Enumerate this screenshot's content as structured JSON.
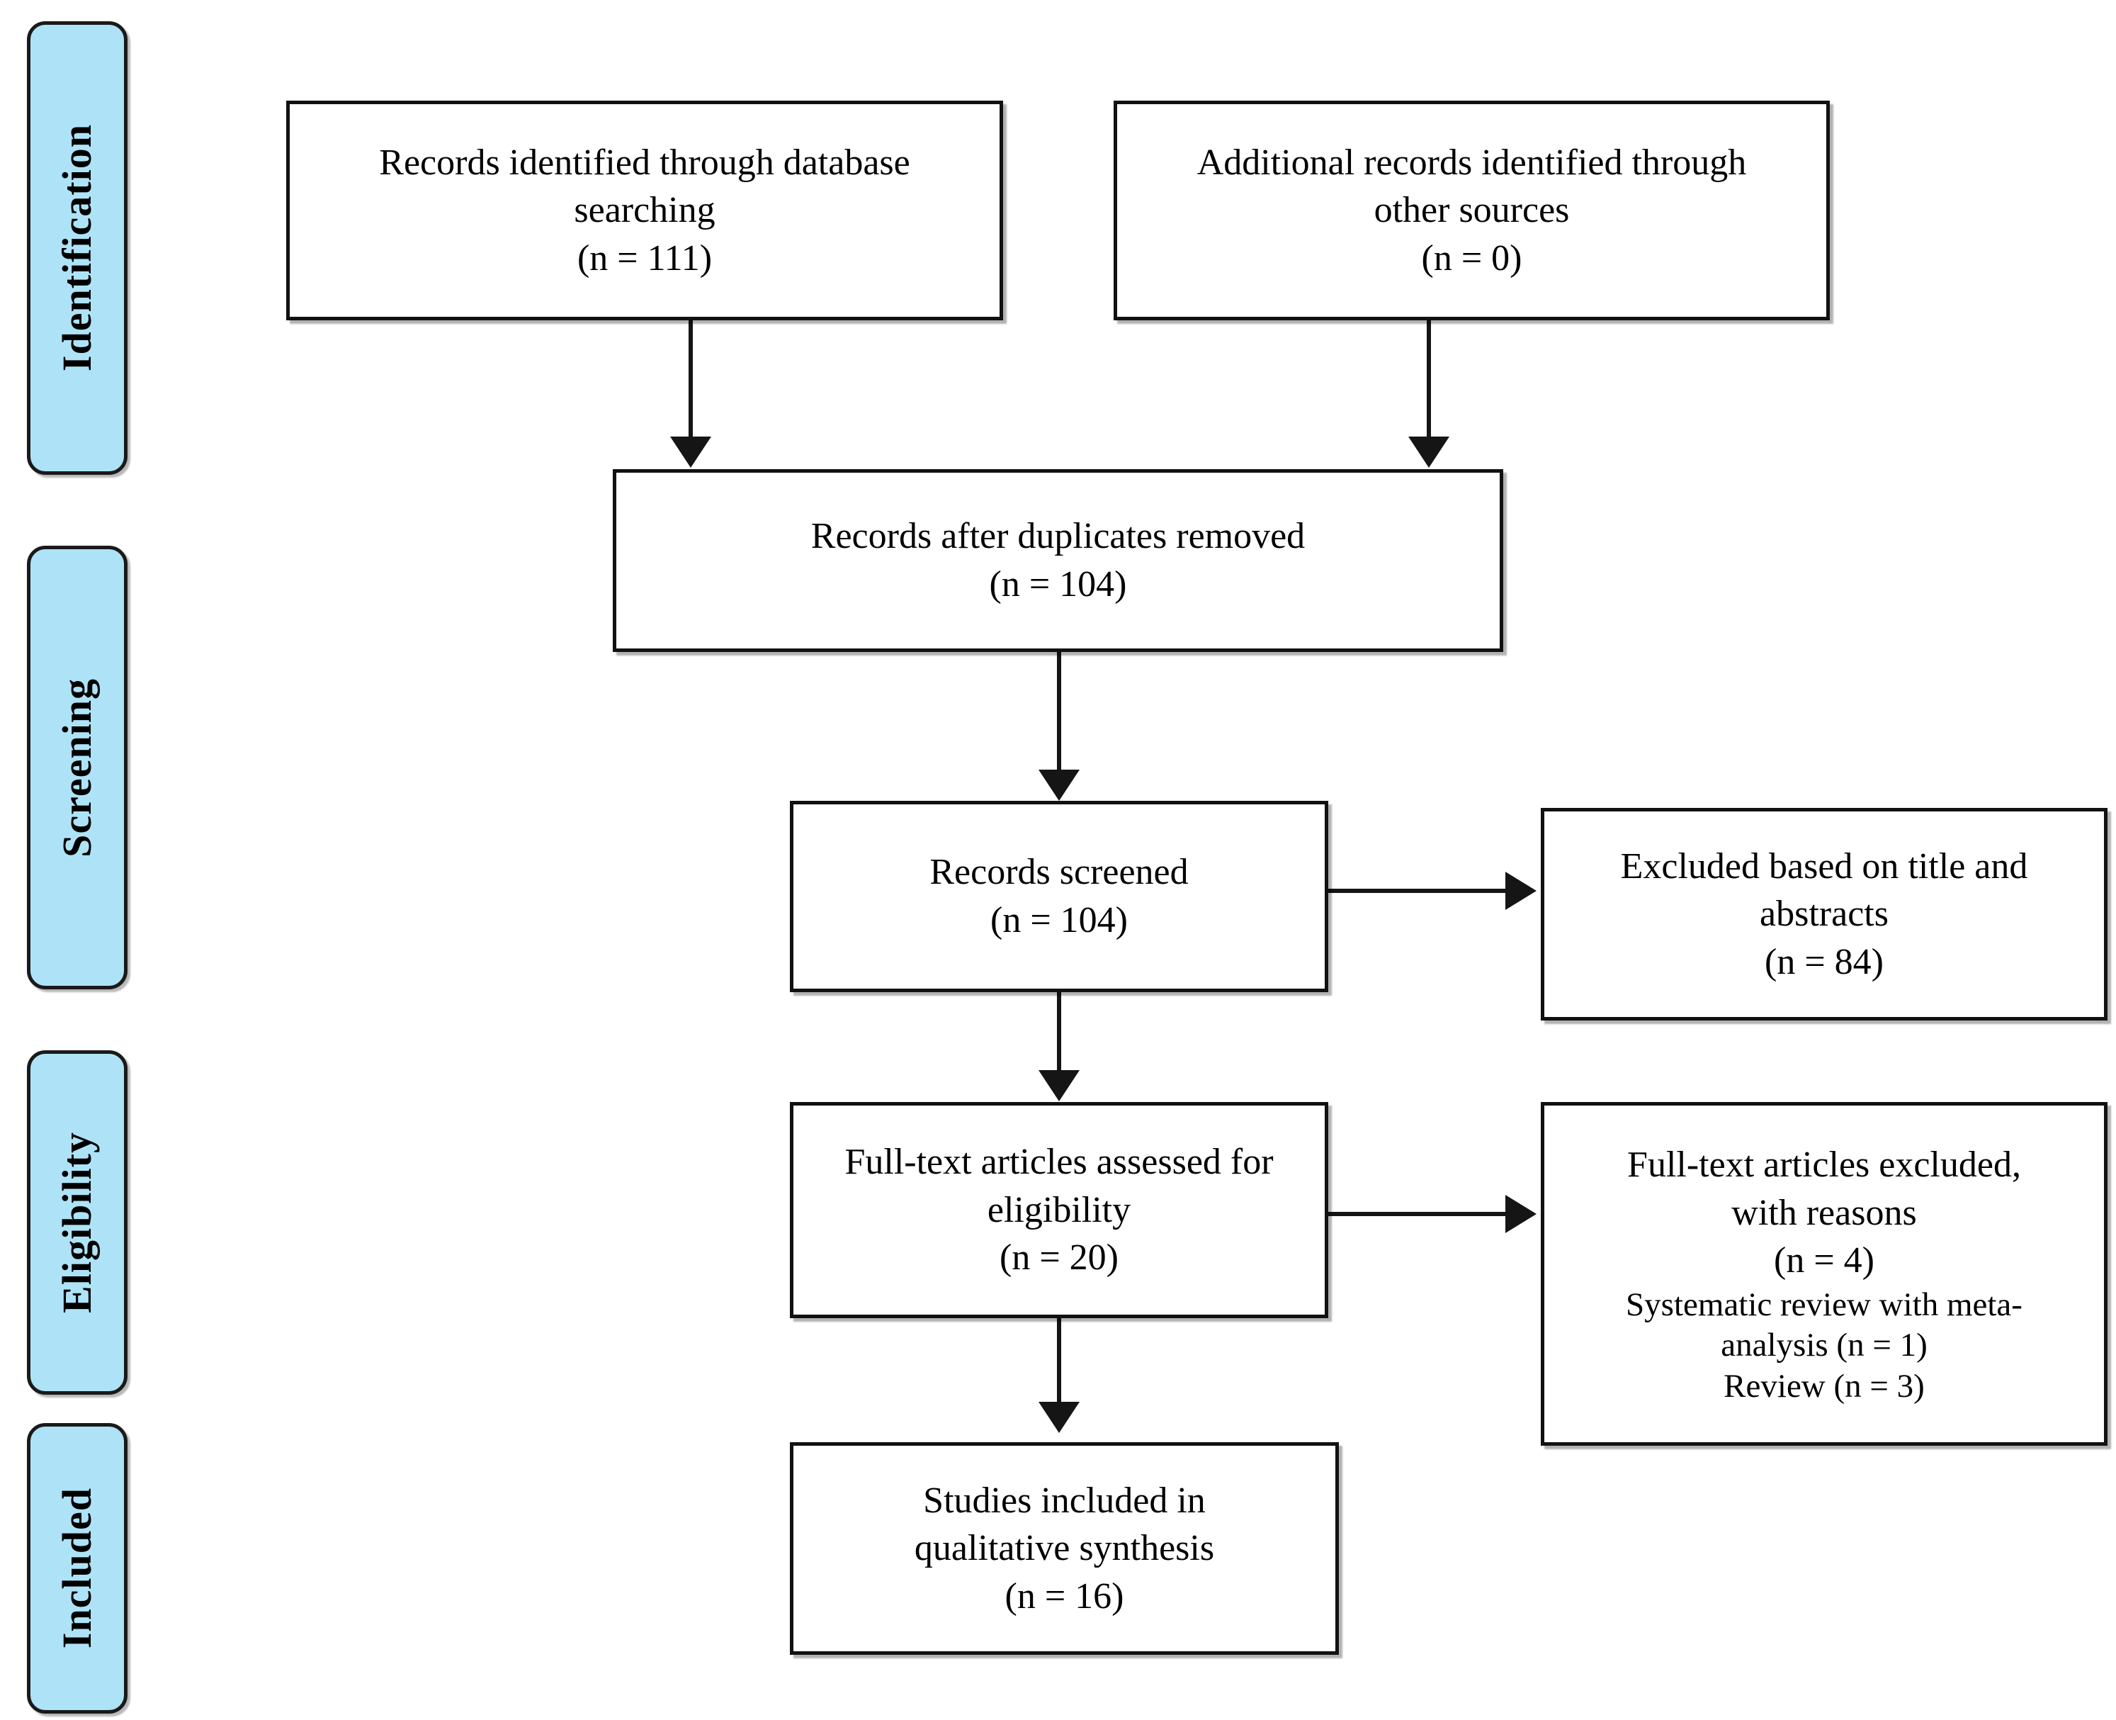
{
  "diagram": {
    "type": "PRISMA flow diagram",
    "phases": [
      {
        "id": "identification",
        "label": "Identification"
      },
      {
        "id": "screening",
        "label": "Screening"
      },
      {
        "id": "eligibility",
        "label": "Eligibility"
      },
      {
        "id": "included",
        "label": "Included"
      }
    ],
    "colors": {
      "phase_fill": "#AEE3F7",
      "phase_border": "#1a1a1a",
      "box_fill": "#ffffff",
      "box_border": "#111111",
      "connector": "#151515"
    },
    "nodes": {
      "database_records": {
        "line1": "Records identified through database",
        "line2": "searching",
        "line3": "(n = 111)",
        "count": 111
      },
      "other_records": {
        "line1": "Additional records identified through",
        "line2": "other sources",
        "line3": "(n = 0)",
        "count": 0
      },
      "after_duplicates": {
        "line1": "Records after duplicates removed",
        "line2": "(n = 104)",
        "count": 104
      },
      "records_screened": {
        "line1": "Records screened",
        "line2": "(n = 104)",
        "count": 104
      },
      "excluded_title_abstract": {
        "line1": "Excluded based on title and",
        "line2": "abstracts",
        "line3": "(n = 84)",
        "count": 84
      },
      "fulltext_assessed": {
        "line1": "Full-text articles assessed for",
        "line2": "eligibility",
        "line3": "(n = 20)",
        "count": 20
      },
      "fulltext_excluded": {
        "line1": "Full-text articles excluded,",
        "line2": "with reasons",
        "line3": "(n = 4)",
        "line4": "Systematic review with meta-",
        "line5": "analysis (n = 1)",
        "line6": "Review (n = 3)",
        "count": 4,
        "reasons": [
          {
            "label": "Systematic review with meta-analysis",
            "count": 1
          },
          {
            "label": "Review",
            "count": 3
          }
        ]
      },
      "studies_included": {
        "line1": "Studies included in",
        "line2": "qualitative synthesis",
        "line3": "(n = 16)",
        "count": 16
      }
    }
  }
}
